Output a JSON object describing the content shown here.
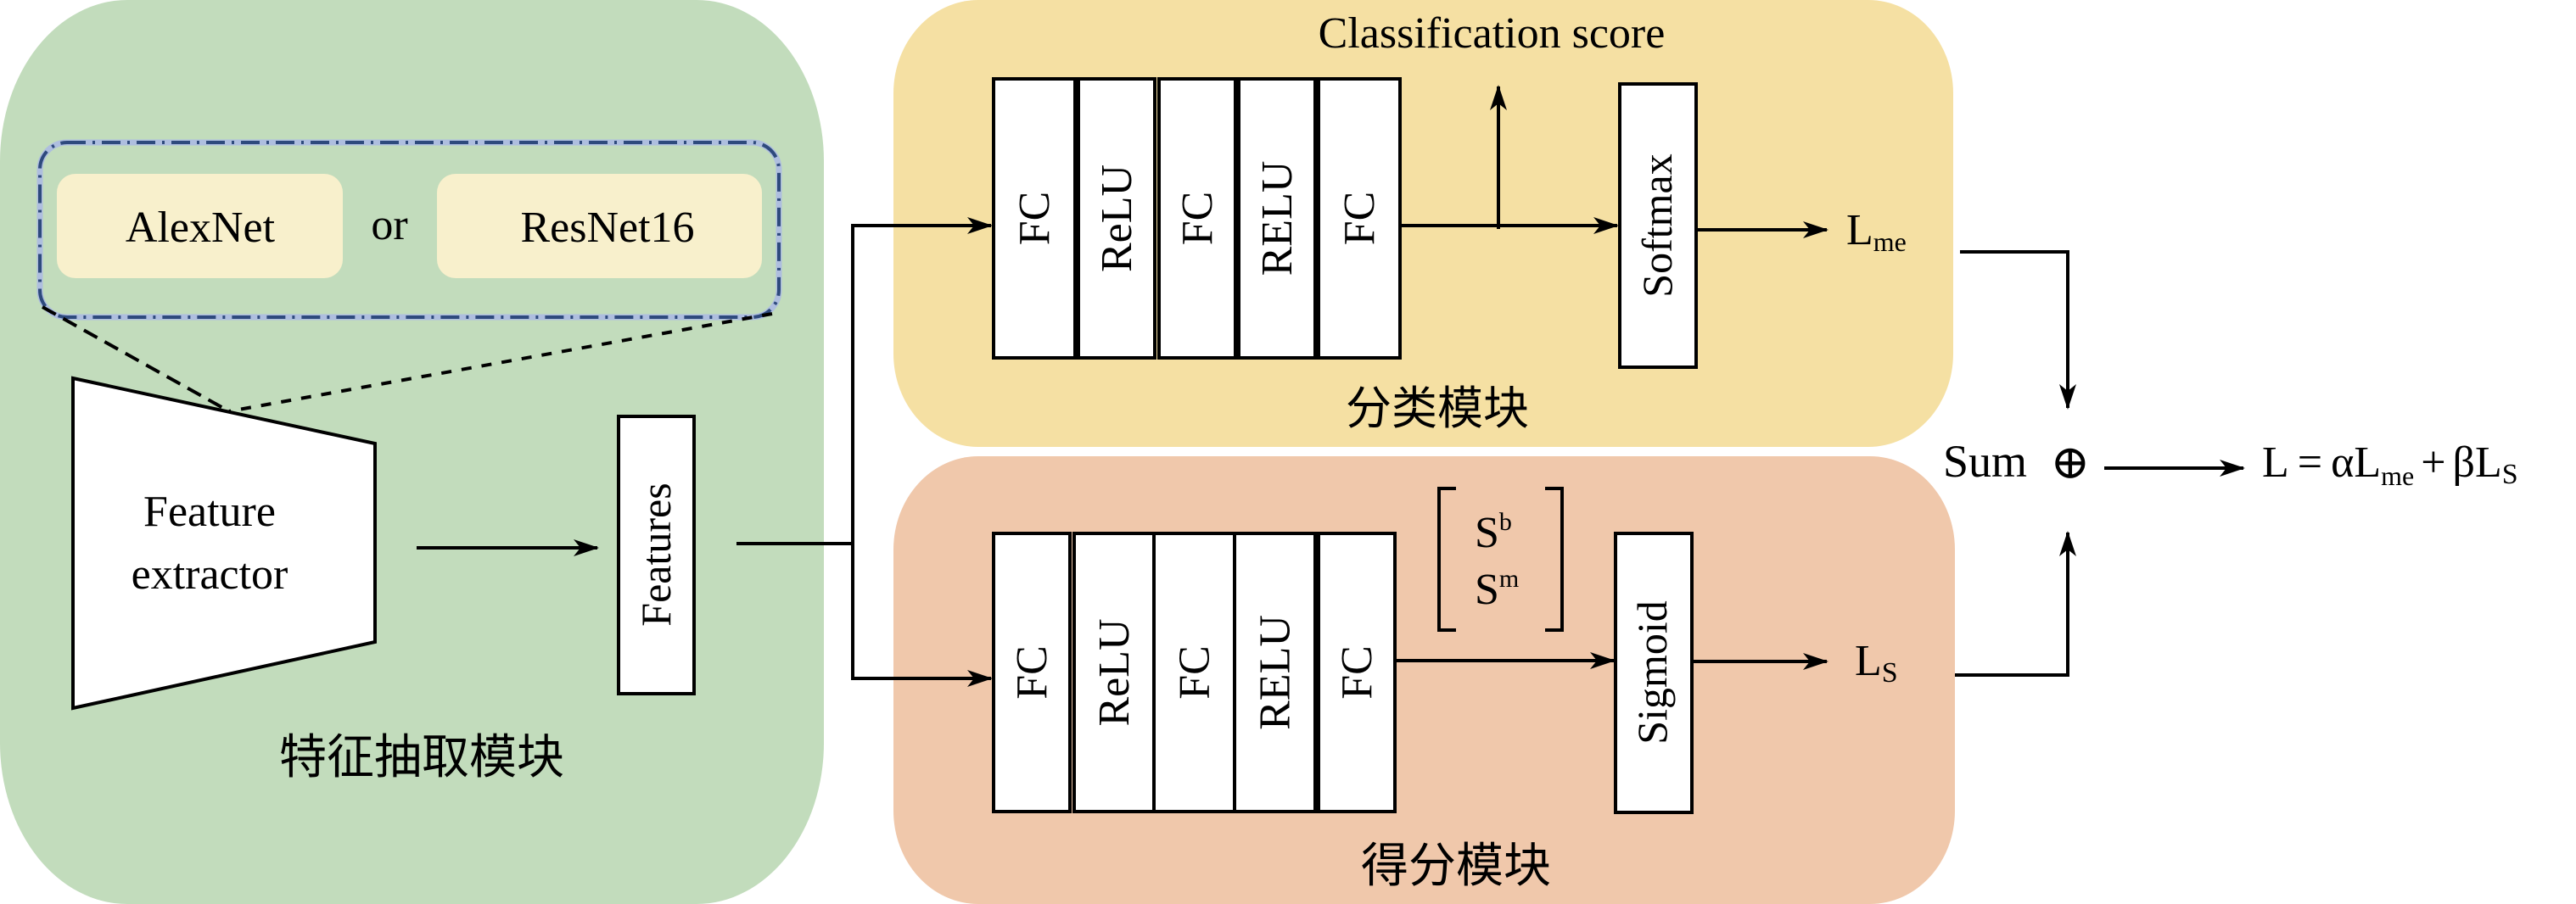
{
  "colors": {
    "feature_panel": "#C2DCBC",
    "classification_panel": "#F5E0A3",
    "score_panel": "#F0C8AB",
    "backbone_box": "#F8F0CC",
    "backbone_border": "#2E4A7D",
    "backbone_border_light": "#AEBEDF",
    "layer_box": "#FFFFFF",
    "stroke": "#000000"
  },
  "feature_module": {
    "title": "特征抽取模块",
    "backbone_options": [
      "AlexNet",
      "ResNet16"
    ],
    "or_label": "or",
    "extractor_lines": [
      "Feature",
      "extractor"
    ],
    "features_label": "Features"
  },
  "classification_module": {
    "title": "分类模块",
    "output_label": "Classification score",
    "layers": [
      "FC",
      "ReLU",
      "FC",
      "RELU",
      "FC"
    ],
    "activation": "Softmax",
    "loss": {
      "base": "L",
      "sub": "me"
    }
  },
  "score_module": {
    "title": "得分模块",
    "layers": [
      "FC",
      "ReLU",
      "FC",
      "RELU",
      "FC"
    ],
    "activation": "Sigmoid",
    "score_vector": [
      {
        "base": "S",
        "sup": "b"
      },
      {
        "base": "S",
        "sup": "m"
      }
    ],
    "loss": {
      "base": "L",
      "sub": "S"
    }
  },
  "combination": {
    "sum_label": "Sum",
    "sum_symbol": "⊕",
    "formula": {
      "lhs": "L",
      "equals": "=",
      "coef1": "α",
      "term1_base": "L",
      "term1_sub": "me",
      "plus": "+",
      "coef2": "β",
      "term2_base": "L",
      "term2_sub": "S"
    }
  }
}
